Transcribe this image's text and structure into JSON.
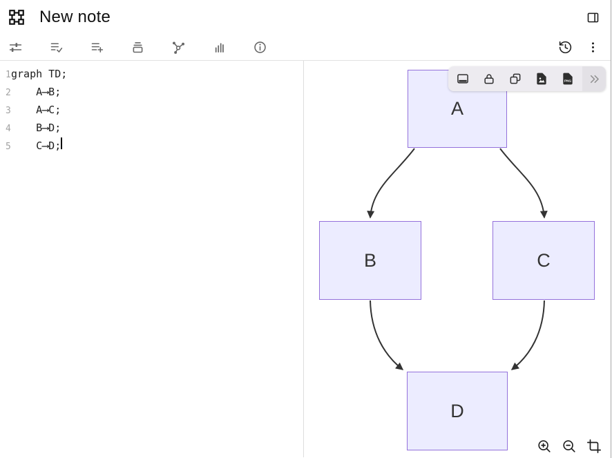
{
  "app": {
    "title": "New note"
  },
  "header": {
    "logo_icon": "frame-logo",
    "panel_toggle_icon": "panel-right"
  },
  "toolbar": {
    "left_icons": [
      "sliders",
      "list-check",
      "list-plus",
      "stack",
      "graph-nodes",
      "bar-chart",
      "info"
    ],
    "right_icons": [
      "history",
      "kebab-menu"
    ]
  },
  "editor": {
    "lines": [
      {
        "num": "1",
        "code": "graph TD;"
      },
      {
        "num": "2",
        "code": "    A⟶B;"
      },
      {
        "num": "3",
        "code": "    A⟶C;"
      },
      {
        "num": "4",
        "code": "    B⟶D;"
      },
      {
        "num": "5",
        "code": "    C⟶D;"
      }
    ]
  },
  "diagram": {
    "type": "flowchart-TD",
    "nodes": [
      {
        "id": "A",
        "label": "A"
      },
      {
        "id": "B",
        "label": "B"
      },
      {
        "id": "C",
        "label": "C"
      },
      {
        "id": "D",
        "label": "D"
      }
    ],
    "edges": [
      "A->B",
      "A->C",
      "B->D",
      "C->D"
    ],
    "colors": {
      "node_fill": "#ECECFF",
      "node_border": "#9370DB",
      "edge": "#333333",
      "label": "#333333"
    }
  },
  "preview_toolbar": {
    "icons": [
      "panel-bottom",
      "lock",
      "copy",
      "image-export",
      "png-export"
    ],
    "expand_icon": "chevrons-right",
    "png_label": "PNG"
  },
  "zoom_controls": {
    "icons": [
      "zoom-in",
      "zoom-out",
      "crop"
    ]
  }
}
